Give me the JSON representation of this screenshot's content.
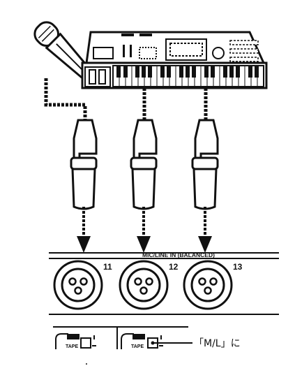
{
  "panel": {
    "section_label": "MIC/LINE IN (BALANCED)",
    "channels": [
      "11",
      "12",
      "13"
    ]
  },
  "switches": {
    "labels": [
      "TAPE",
      "TAPE"
    ],
    "callout": "「M/L」に"
  },
  "colors": {
    "ink": "#111111",
    "background": "#ffffff"
  },
  "icons": [
    "microphone-icon",
    "keyboard-synth-icon",
    "xlr-plug-icon",
    "xlr-jack-icon",
    "arrow-down-icon"
  ]
}
